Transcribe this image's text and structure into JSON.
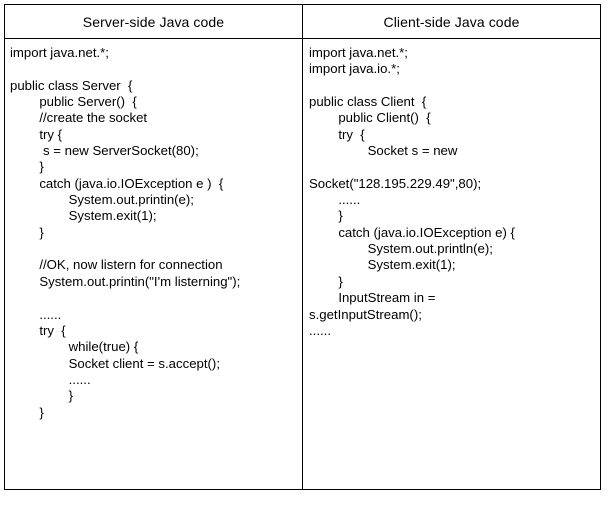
{
  "table": {
    "columns": [
      {
        "id": "server",
        "header": "Server-side Java code",
        "code": "import java.net.*;\n\npublic class Server  {\n        public Server()  {\n        //create the socket\n        try {\n         s = new ServerSocket(80);\n        }\n        catch (java.io.IOException e )  {\n                System.out.printin(e);\n                System.exit(1);\n        }\n\n        //OK, now listern for connection\n        System.out.printin(\"I'm listerning\");\n\n        ......\n        try  {\n                while(true) {\n                Socket client = s.accept();\n                ......\n                }\n        }"
      },
      {
        "id": "client",
        "header": "Client-side Java code",
        "code": "import java.net.*;\nimport java.io.*;\n\npublic class Client  {\n        public Client()  {\n        try  {\n                Socket s = new\n\nSocket(\"128.195.229.49\",80);\n        ......\n        }\n        catch (java.io.IOException e) {\n                System.out.println(e);\n                System.exit(1);\n        }\n        InputStream in =\ns.getInputStream();\n......"
      }
    ]
  },
  "colors": {
    "background": "#ffffff",
    "text": "#000000",
    "border": "#000000"
  }
}
